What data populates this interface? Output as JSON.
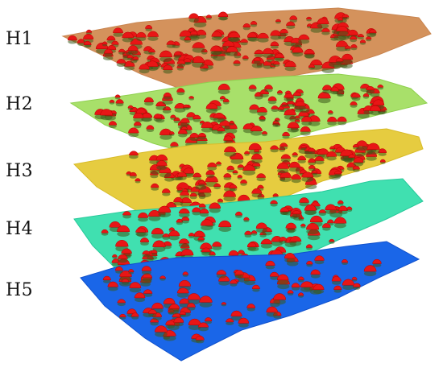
{
  "layers": [
    {
      "label": "H1",
      "fill": "#d4925c",
      "edge": "#c98550"
    },
    {
      "label": "H2",
      "fill": "#a8e06a",
      "edge": "#8fd04e"
    },
    {
      "label": "H3",
      "fill": "#e6cc40",
      "edge": "#d8bb28"
    },
    {
      "label": "H4",
      "fill": "#40e0b0",
      "edge": "#26c99a"
    },
    {
      "label": "H5",
      "fill": "#1a66e8",
      "edge": "#1050cc"
    }
  ],
  "marker_color": "#e81616",
  "marker_shadow": "#3a5a1a"
}
